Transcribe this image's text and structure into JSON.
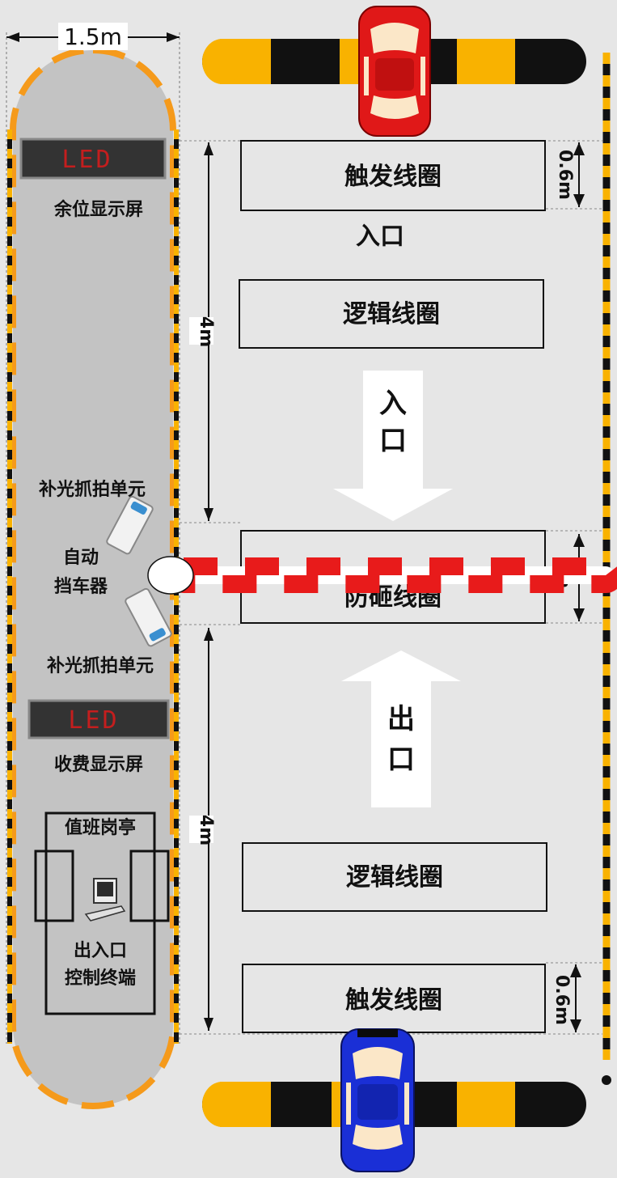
{
  "dimensions": {
    "island_width": "1.5m",
    "span_top": "4m",
    "span_bottom": "4m",
    "trigger_top": "0.6m",
    "anti_smash": "1m",
    "trigger_bottom": "0.6m"
  },
  "loops": {
    "trigger_top": "触发线圈",
    "logic_top": "逻辑线圈",
    "anti_smash": "防砸线圈",
    "logic_bottom": "逻辑线圈",
    "trigger_bottom": "触发线圈"
  },
  "labels": {
    "entrance_small": "入口",
    "entrance_arrow": "入口",
    "exit_arrow": "出口",
    "led_top_text": "LED",
    "led_top_caption": "余位显示屏",
    "led_bottom_text": "LED",
    "led_bottom_caption": "收费显示屏",
    "camera_top": "补光抓拍单元",
    "camera_bottom": "补光抓拍单元",
    "barrier": "自动挡车器",
    "booth": "值班岗亭",
    "control": "出入口控制终端"
  },
  "colors": {
    "background": "#e6e6e6",
    "island": "#c3c3c3",
    "island_dash": "#f59a1b",
    "stripe_yellow": "#f9b200",
    "stripe_black": "#111111",
    "car_entry": "#e01818",
    "car_exit": "#1a2fd6",
    "boom_red": "#e81b1b",
    "led_bg": "#333333",
    "led_text": "#c41e1e"
  },
  "icons": [
    "camera-icon",
    "computer-icon",
    "car-icon",
    "arrow-down-icon",
    "arrow-up-icon",
    "barrier-boom-icon"
  ]
}
